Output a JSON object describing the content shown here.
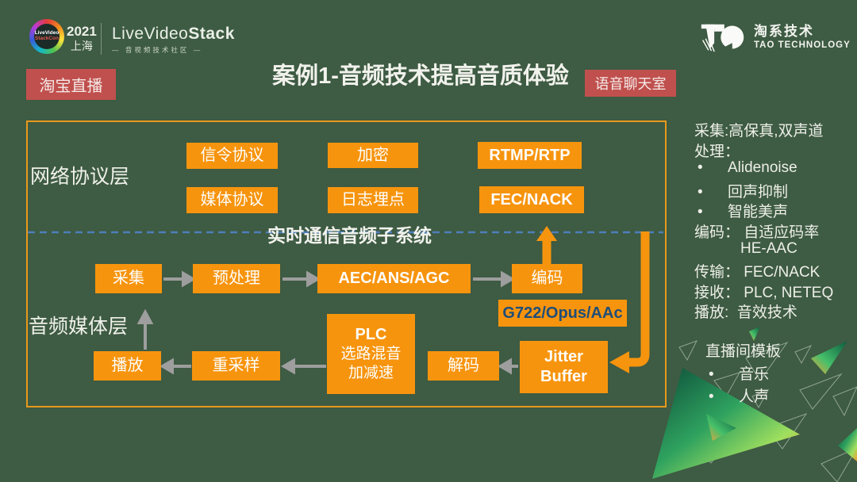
{
  "ui": {
    "bullet": "•"
  },
  "colors": {
    "background": "#3E5B43",
    "box_orange": "#F7940D",
    "frame_orange": "#E8991C",
    "badge_red": "#C0504D",
    "dashed_blue": "#4D7EBB",
    "codec_text_blue": "#1F4E79",
    "arrow_gray": "#9E9E9E"
  },
  "header": {
    "event": {
      "logo_line1": "LiveVideo",
      "logo_line2": "StackCon",
      "year": "2021",
      "city": "上海"
    },
    "brand": {
      "wordmark_part1": "LiveVideo",
      "wordmark_part2": "Stack",
      "tagline": "— 音视频技术社区 —"
    },
    "company": {
      "name_cn": "淘系技术",
      "name_en": "TAO TECHNOLOGY"
    },
    "title": "案例1-音频技术提高音质体验",
    "badge_left": "淘宝直播",
    "badge_right": "语音聊天室"
  },
  "diagram": {
    "network_layer_label": "网络协议层",
    "media_layer_label": "音频媒体层",
    "subsystem_label": "实时通信音频子系统",
    "boxes": {
      "signaling": "信令协议",
      "media_protocol": "媒体协议",
      "encryption": "加密",
      "logging": "日志埋点",
      "rtmp": "RTMP/RTP",
      "fec": "FEC/NACK",
      "capture": "采集",
      "preprocess": "预处理",
      "aec": "AEC/ANS/AGC",
      "encode": "编码",
      "codec": "G722/Opus/AAc",
      "plc": {
        "line1": "PLC",
        "line2": "选路混音",
        "line3": "加减速"
      },
      "decode": "解码",
      "jitter": {
        "line1": "Jitter",
        "line2": "Buffer"
      },
      "resample": "重采样",
      "play": "播放"
    }
  },
  "sidebar": {
    "lines": [
      "采集:高保真,双声道",
      "处理：",
      "Alidenoise",
      "回声抑制",
      "智能美声",
      "编码： 自适应码率",
      "HE-AAC",
      "传输： FEC/NACK",
      "接收： PLC, NETEQ",
      "播放:  音效技术"
    ],
    "template_block": {
      "title": "直播间模板",
      "items": [
        "音乐",
        "人声"
      ]
    }
  }
}
